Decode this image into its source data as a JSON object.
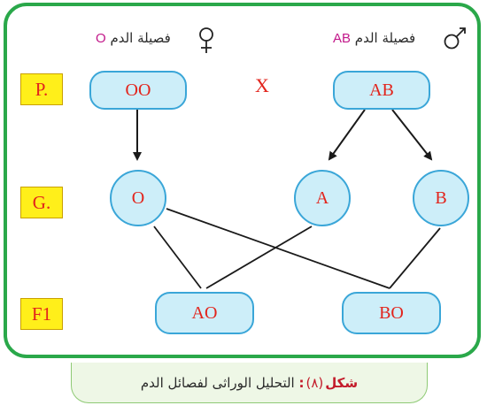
{
  "header": {
    "female_text": "فصيلة الدم ",
    "female_blood_type": "O",
    "male_text": "فصيلة الدم ",
    "male_blood_type": "AB"
  },
  "cross_symbol": "X",
  "generation_labels": [
    "P.",
    "G.",
    "F1"
  ],
  "parents": [
    "OO",
    "AB"
  ],
  "gametes": [
    "O",
    "A",
    "B"
  ],
  "offspring": [
    "AO",
    "BO"
  ],
  "caption": {
    "label": "شكل",
    "number": "(٨)",
    "separator": ":",
    "text": " التحليل الوراثى لفصائل الدم"
  },
  "colors": {
    "frame": "#2aa84a",
    "node_fill": "#cdeef9",
    "node_border": "#3aa6d8",
    "node_text": "#e2241c",
    "generation_fill": "#ffef1a",
    "blood_type_accent": "#c2188a"
  }
}
